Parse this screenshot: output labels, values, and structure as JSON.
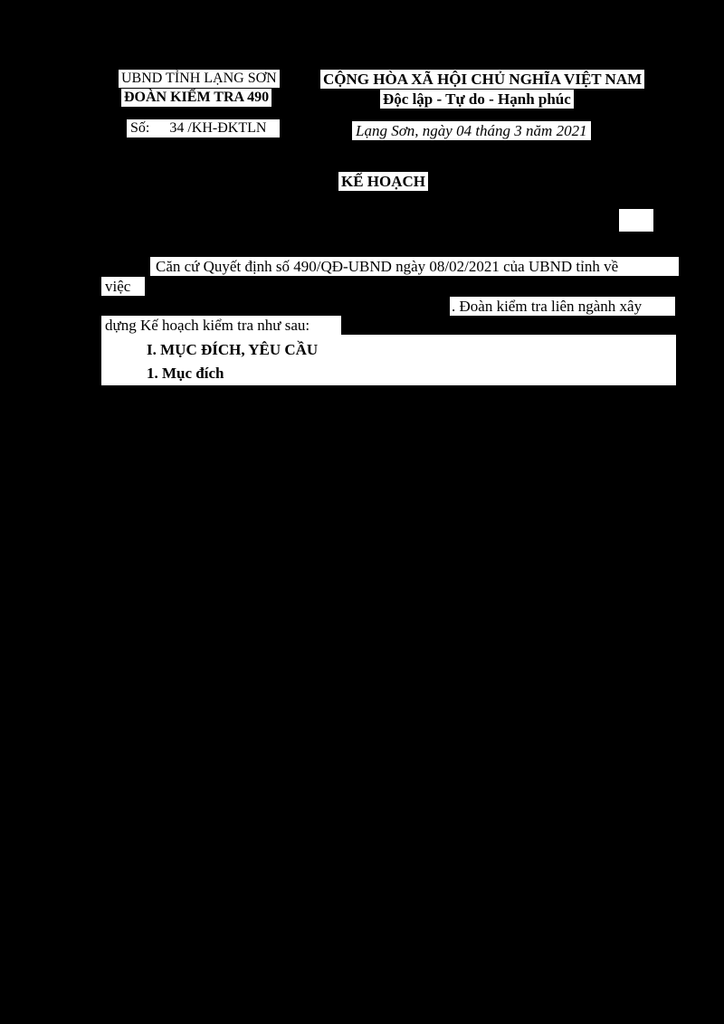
{
  "header_left": {
    "org_line1": "UBND TỈNH LẠNG SƠN",
    "org_line2": "ĐOÀN KIỂM TRA 490",
    "number_label": "Số:",
    "number_value": "34",
    "number_suffix": "/KH-ĐKTLN"
  },
  "header_right": {
    "nation": "CỘNG HÒA XÃ HỘI CHỦ NGHĨA VIỆT NAM",
    "motto": "Độc lập - Tự do - Hạnh phúc",
    "place_date": "Lạng Sơn, ngày  04 tháng  3  năm 2021"
  },
  "doc_title": "KẾ HOẠCH",
  "body": {
    "para1_line1": "Căn cứ Quyết định số 490/QĐ-UBND ngày 08/02/2021 của UBND tỉnh về",
    "para1_line2_start": "việc",
    "para1_line2_end": ". Đoàn kiểm tra liên ngành xây",
    "para1_line3": "dựng Kế hoạch kiểm tra như sau:"
  },
  "section_1": {
    "heading": "I. MỤC ĐÍCH, YÊU CẦU",
    "subheading": "1. Mục đích"
  }
}
